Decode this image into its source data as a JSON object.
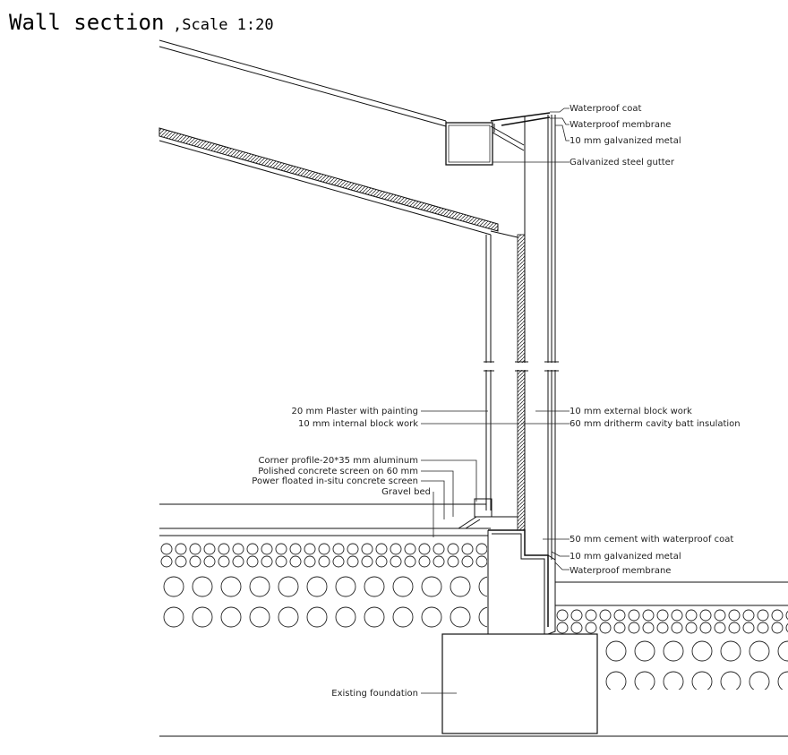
{
  "header": {
    "title": "Wall section",
    "scale": ",Scale 1:20"
  },
  "labels": {
    "waterproof_coat": "Waterproof coat",
    "waterproof_membrane_top": "Waterproof membrane",
    "galvanized_metal_top": "10 mm galvanized metal",
    "gutter": "Galvanized steel gutter",
    "plaster": "20 mm Plaster with painting",
    "internal_block": "10 mm internal block work",
    "external_block": "10 mm external block work",
    "insulation": "60 mm dritherm cavity batt insulation",
    "corner_profile": "Corner profile-20*35 mm aluminum",
    "polished_screen": "Polished concrete screen on 60 mm",
    "power_floated": "Power floated in-situ concrete screen",
    "gravel_bed": "Gravel bed",
    "cement_coat": "50 mm cement with waterproof coat",
    "galvanized_metal_bottom": "10 mm galvanized metal",
    "waterproof_membrane_bottom": "Waterproof membrane",
    "foundation": "Existing foundation"
  }
}
